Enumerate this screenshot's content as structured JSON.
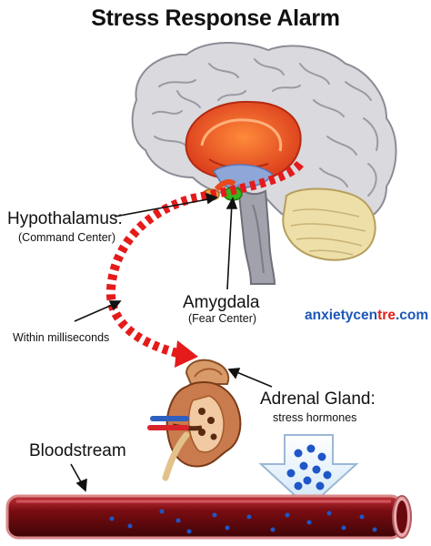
{
  "title": "Stress Response Alarm",
  "labels": {
    "hypothalamus": "Hypothalamus:",
    "hypothalamus_sub": "(Command Center)",
    "amygdala": "Amygdala",
    "amygdala_sub": "(Fear Center)",
    "milliseconds": "Within milliseconds",
    "adrenal": "Adrenal Gland:",
    "adrenal_sub": "stress hormones",
    "bloodstream": "Bloodstream"
  },
  "brand": {
    "part1": "anxietycen",
    "part2": "tre",
    "part3": ".com"
  },
  "colors": {
    "brain": "#d9d9de",
    "limbic": "#e84a1c",
    "alarm_arrow": "#e51b1b",
    "amygdala": "#35b51f",
    "blood_vessel": "#7a0d12",
    "hormone": "#1f56c8",
    "brand_blue": "#1d57b8",
    "brand_red": "#e0241b"
  },
  "icons": [
    "brain-illustration",
    "kidney-illustration",
    "hormone-release-arrow-icon",
    "blood-vessel-illustration"
  ]
}
